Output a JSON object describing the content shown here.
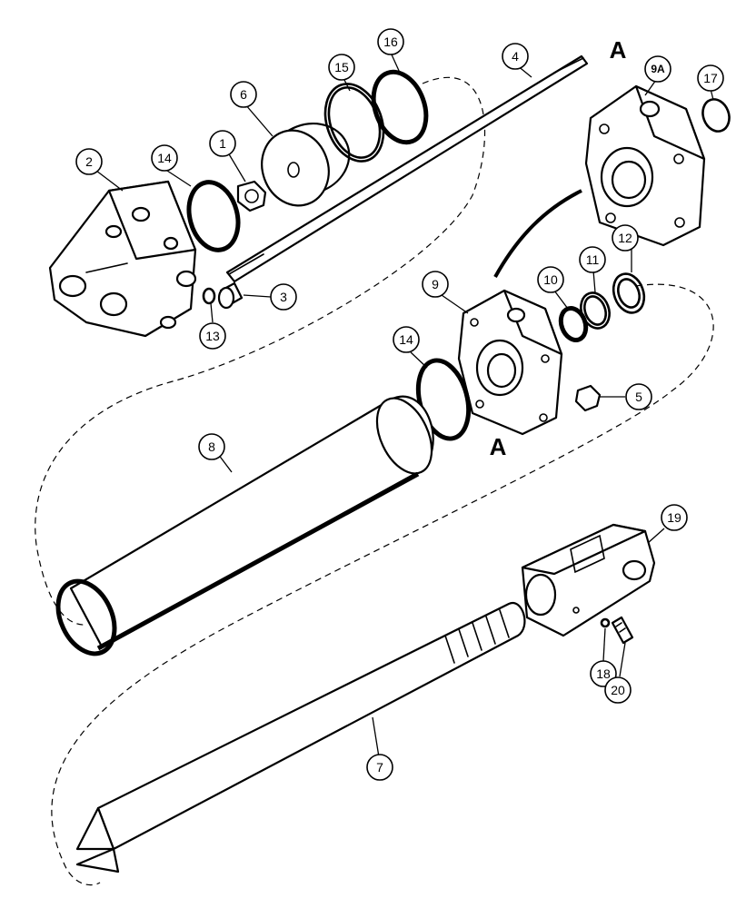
{
  "callouts": [
    {
      "id": "c1",
      "label": "1"
    },
    {
      "id": "c2",
      "label": "2"
    },
    {
      "id": "c3",
      "label": "3"
    },
    {
      "id": "c4",
      "label": "4"
    },
    {
      "id": "c5",
      "label": "5"
    },
    {
      "id": "c6",
      "label": "6"
    },
    {
      "id": "c7",
      "label": "7"
    },
    {
      "id": "c8",
      "label": "8"
    },
    {
      "id": "c9",
      "label": "9"
    },
    {
      "id": "c9a",
      "label": "9A"
    },
    {
      "id": "c10",
      "label": "10"
    },
    {
      "id": "c11",
      "label": "11"
    },
    {
      "id": "c12",
      "label": "12"
    },
    {
      "id": "c13",
      "label": "13"
    },
    {
      "id": "c14a",
      "label": "14"
    },
    {
      "id": "c14b",
      "label": "14"
    },
    {
      "id": "c15",
      "label": "15"
    },
    {
      "id": "c16",
      "label": "16"
    },
    {
      "id": "c17",
      "label": "17"
    },
    {
      "id": "c18",
      "label": "18"
    },
    {
      "id": "c19",
      "label": "19"
    },
    {
      "id": "c20",
      "label": "20"
    }
  ],
  "reference_marks": {
    "top": "A",
    "bottom": "A"
  }
}
